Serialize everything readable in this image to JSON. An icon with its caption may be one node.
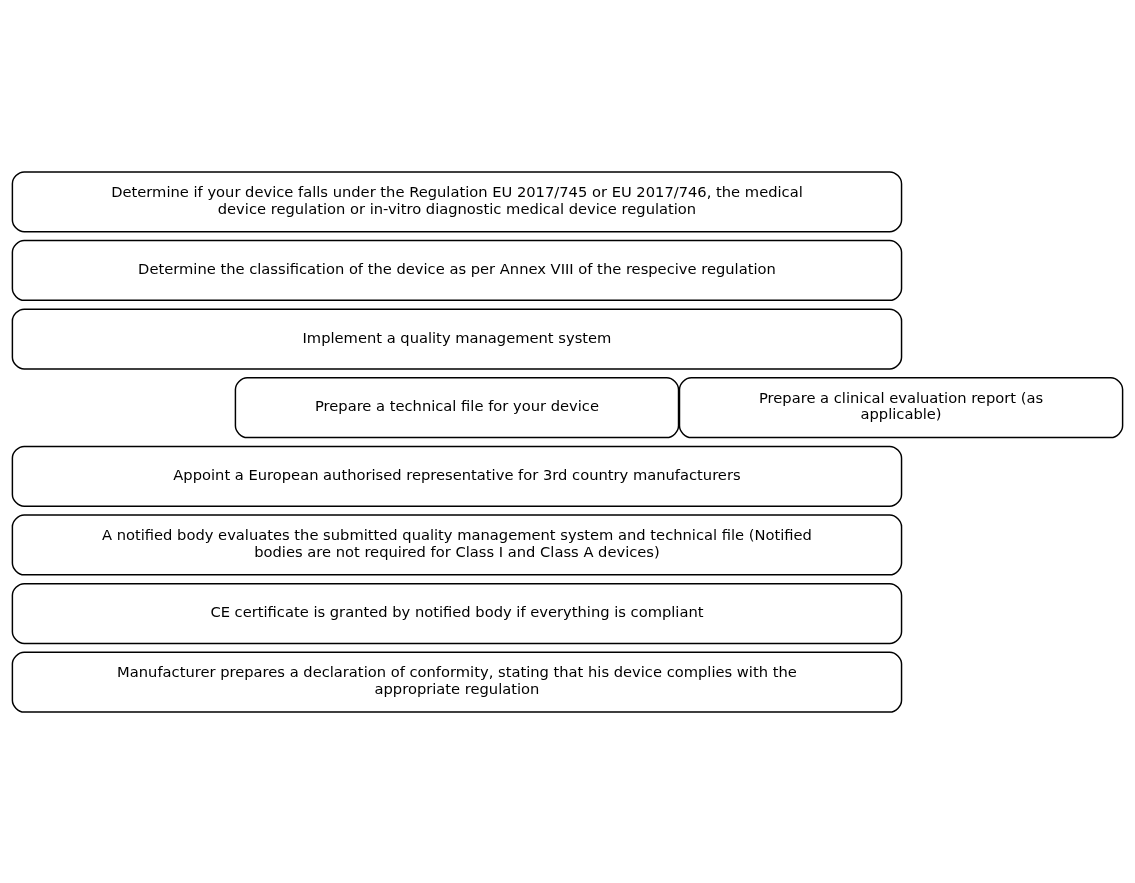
{
  "diagram": {
    "nodes": [
      {
        "text": [
          "Determine if your device falls under the Regulation EU 2017/745 or EU 2017/746, the medical device regulation or in-vitro diagnostic medical device regulation"
        ]
      },
      {
        "text": [
          "Determine the classification of the device as per Annex VIII of the respecive regulation"
        ]
      },
      {
        "text": [
          "Implement a quality management system"
        ]
      },
      {
        "text": [
          "Prepare a technical file for your device"
        ]
      },
      {
        "text": [
          "Prepare a clinical evaluation report (as applicable)"
        ]
      },
      {
        "text": [
          "Appoint a European authorised representative for 3rd country manufacturers"
        ]
      },
      {
        "text": [
          "A notified body evaluates the submitted quality management system and technical file (Notified bodies are not required for Class I and Class A devices)"
        ]
      },
      {
        "text": [
          "CE certificate is granted by notified body if everything is compliant"
        ]
      },
      {
        "text": [
          "Manufacturer prepares a declaration of conformity, stating that his device complies with the appropriate regulation"
        ]
      }
    ]
  }
}
